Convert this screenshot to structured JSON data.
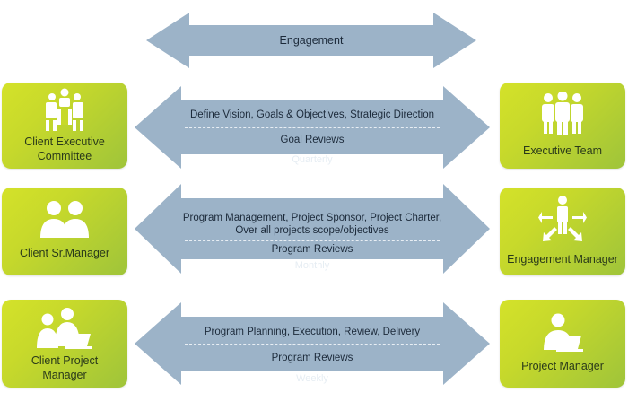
{
  "engagement": {
    "label": "Engagement"
  },
  "left_boxes": [
    {
      "label_lines": [
        "Client Executive",
        "Committee"
      ],
      "icon": "committee-meeting-icon"
    },
    {
      "label_lines": [
        "Client Sr.Manager"
      ],
      "icon": "two-people-icon"
    },
    {
      "label_lines": [
        "Client Project",
        "Manager"
      ],
      "icon": "people-at-laptop-icon"
    }
  ],
  "right_boxes": [
    {
      "label_lines": [
        "Executive Team"
      ],
      "icon": "team-group-icon"
    },
    {
      "label_lines": [
        "Engagement Manager"
      ],
      "icon": "person-directing-arrows-icon"
    },
    {
      "label_lines": [
        "Project Manager"
      ],
      "icon": "person-at-laptop-icon"
    }
  ],
  "tiers": [
    {
      "top_lines": [
        "Define Vision, Goals & Objectives, Strategic Direction"
      ],
      "review": "Goal Reviews",
      "frequency": "Quarterly"
    },
    {
      "top_lines": [
        "Program Management, Project Sponsor, Project Charter,",
        "Over all projects scope/objectives"
      ],
      "review": "Program Reviews",
      "frequency": "Monthly"
    },
    {
      "top_lines": [
        "Program Planning, Execution, Review, Delivery"
      ],
      "review": "Program Reviews",
      "frequency": "Weekly"
    }
  ],
  "colors": {
    "box_gradient_start": "#d4e22a",
    "box_gradient_end": "#9fc43a",
    "arrow_fill": "#9cb3c8",
    "arrow_text": "#1c2a3a",
    "icon_color": "#ffffff"
  }
}
